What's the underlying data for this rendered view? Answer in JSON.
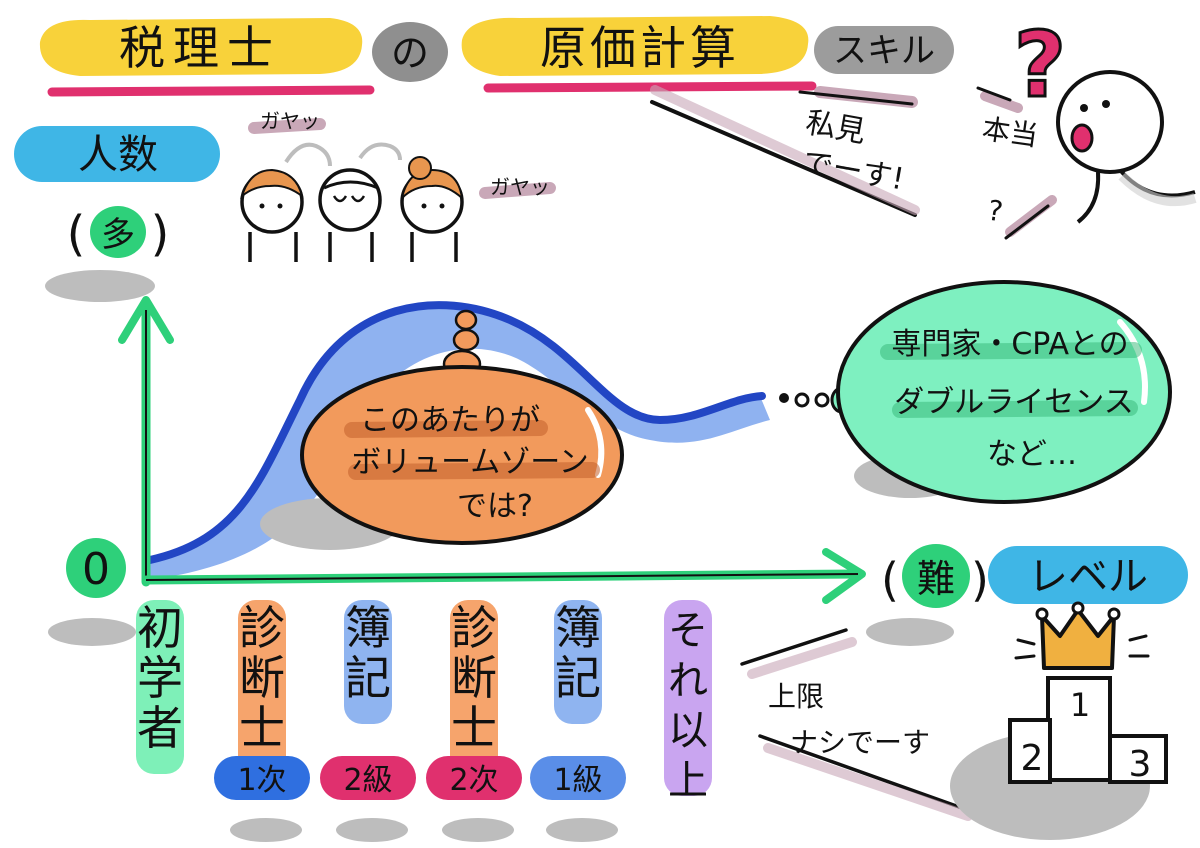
{
  "title": {
    "part1": "税理士",
    "particle": "の",
    "part2": "原価計算",
    "part3": "スキル"
  },
  "asides": {
    "opinion": [
      "私見",
      "でーす!"
    ],
    "question_mark": "?",
    "doubt": [
      "本当",
      "?"
    ],
    "chatter1": "ガヤッ",
    "chatter2": "ガヤッ"
  },
  "axes": {
    "y_label": "人数",
    "y_qualifier": "多",
    "origin": "0",
    "x_label": "レベル",
    "x_qualifier": "難"
  },
  "bubbles": {
    "volume_zone": [
      "このあたりが",
      "ボリュームゾーン",
      "では?"
    ],
    "specialists": [
      "専門家・CPAとの",
      "ダブルライセンス",
      "など…"
    ]
  },
  "levels": [
    {
      "label": "初学者",
      "badge": "",
      "color": "#7ef0b8"
    },
    {
      "label": "診断士",
      "badge": "1次",
      "color": "#f6a46c"
    },
    {
      "label": "簿記",
      "badge": "2級",
      "color": "#8fb4f0"
    },
    {
      "label": "診断士",
      "badge": "2次",
      "color": "#f6a46c"
    },
    {
      "label": "簿記",
      "badge": "1級",
      "color": "#8fb4f0"
    },
    {
      "label": "それ以上",
      "badge": "",
      "color": "#c9a5f0"
    }
  ],
  "badge_colors": [
    "#2f6fe0",
    "#e0306e",
    "#e0306e",
    "#5a8ee8"
  ],
  "upper_limit": [
    "上限",
    "ナシでーす"
  ],
  "podium": {
    "first": "1",
    "second": "2",
    "third": "3"
  },
  "colors": {
    "yellow": "#f8d23a",
    "magenta": "#e0306e",
    "gray": "#9a9a9a",
    "sky": "#3fb6e6",
    "green": "#2ed07a",
    "orange": "#f29a5c",
    "mint": "#7ef0c0",
    "blue": "#3b5fd0"
  }
}
